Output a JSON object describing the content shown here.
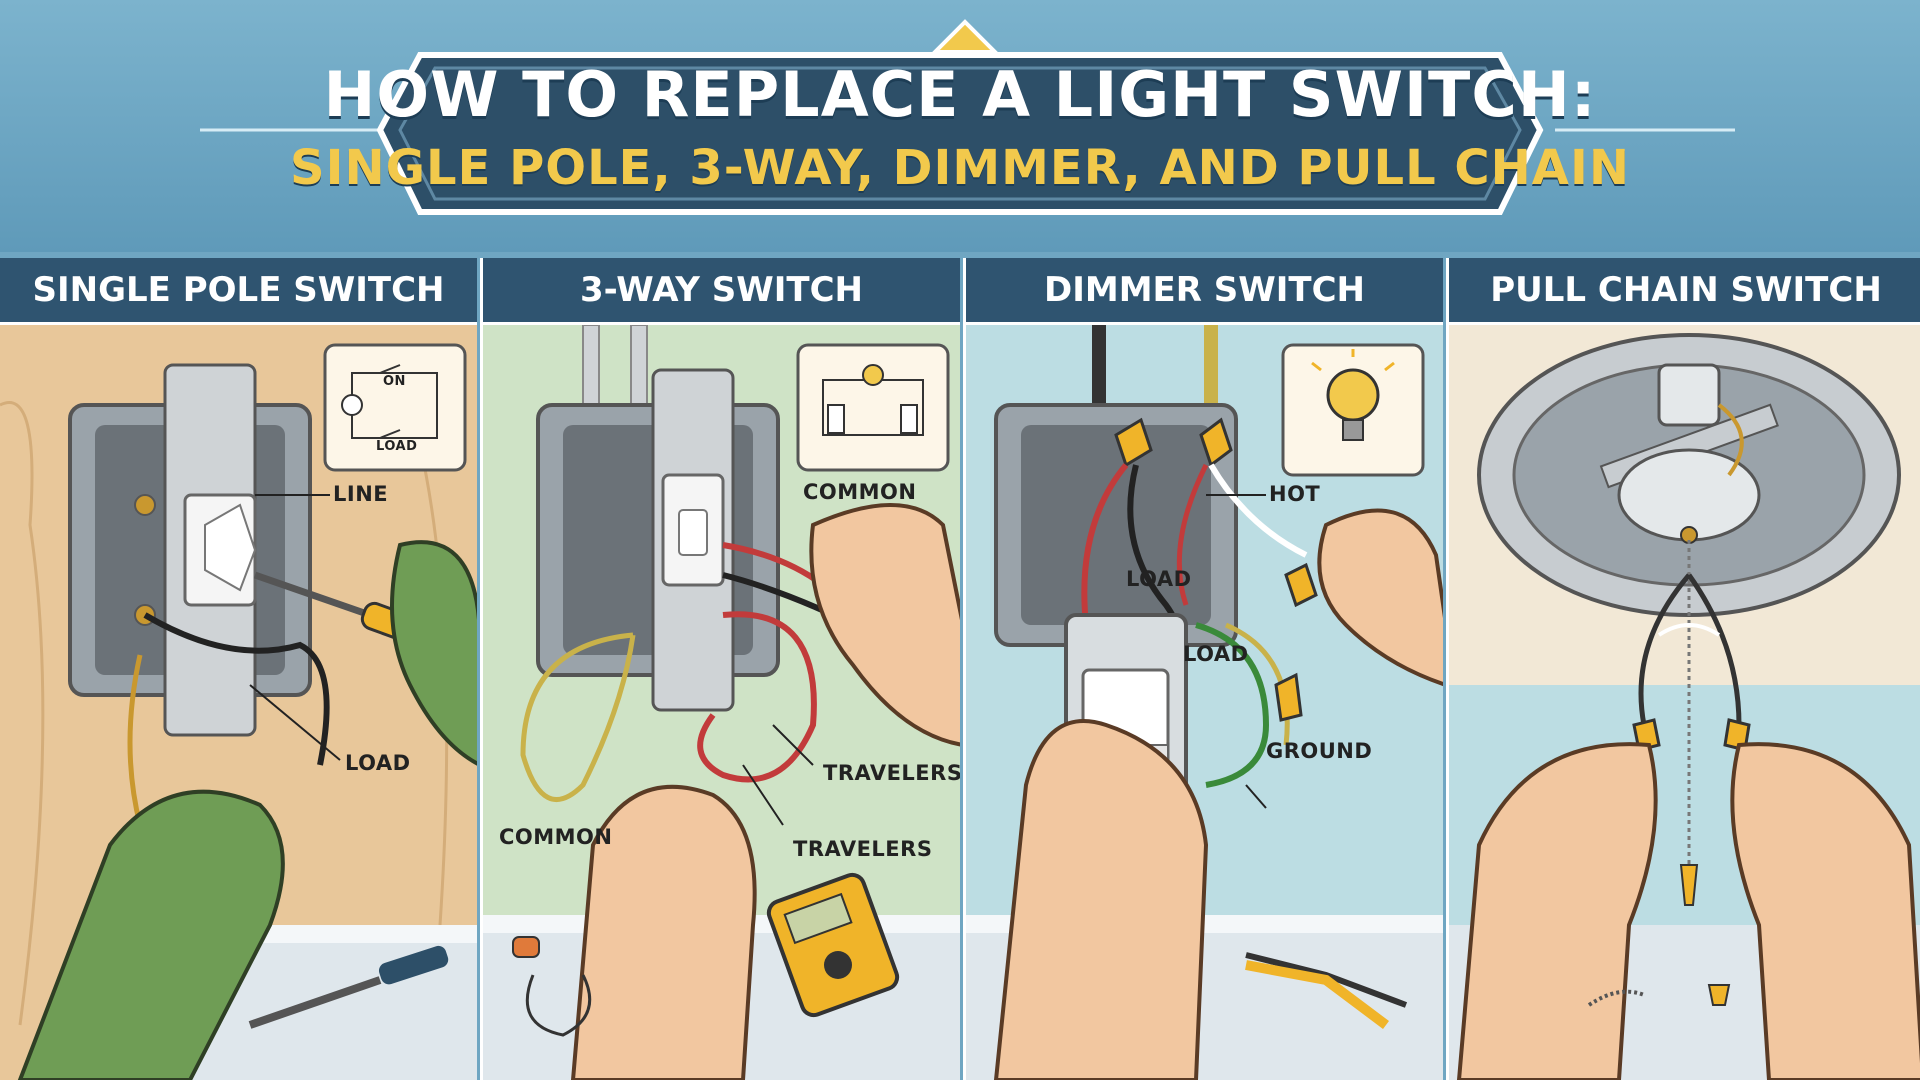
{
  "header": {
    "title_line1": "HOW TO REPLACE A LIGHT SWITCH:",
    "title_line2": "SINGLE POLE, 3-WAY, DIMMER, AND PULL CHAIN"
  },
  "panels": [
    {
      "title": "SINGLE POLE SWITCH",
      "labels": {
        "line": "LINE",
        "load": "LOAD"
      },
      "diagram": {
        "on": "ON",
        "load": "LOAD"
      }
    },
    {
      "title": "3-WAY SWITCH",
      "labels": {
        "common_top": "COMMON",
        "travelers_top": "TRAVELERS",
        "travelers_bottom": "TRAVELERS",
        "common_bottom": "COMMON"
      }
    },
    {
      "title": "DIMMER SWITCH",
      "labels": {
        "hot": "HOT",
        "load_top": "LOAD",
        "load_bottom": "LOAD",
        "ground": "GROUND"
      }
    },
    {
      "title": "PULL CHAIN SWITCH"
    }
  ],
  "colors": {
    "panel_header": "#2f5470",
    "title_yellow": "#f2c94c",
    "wood": "#e8c79a",
    "green_bg": "#cfe3c6",
    "blue_bg": "#bcdde3",
    "cream_bg": "#f2e8d6"
  }
}
